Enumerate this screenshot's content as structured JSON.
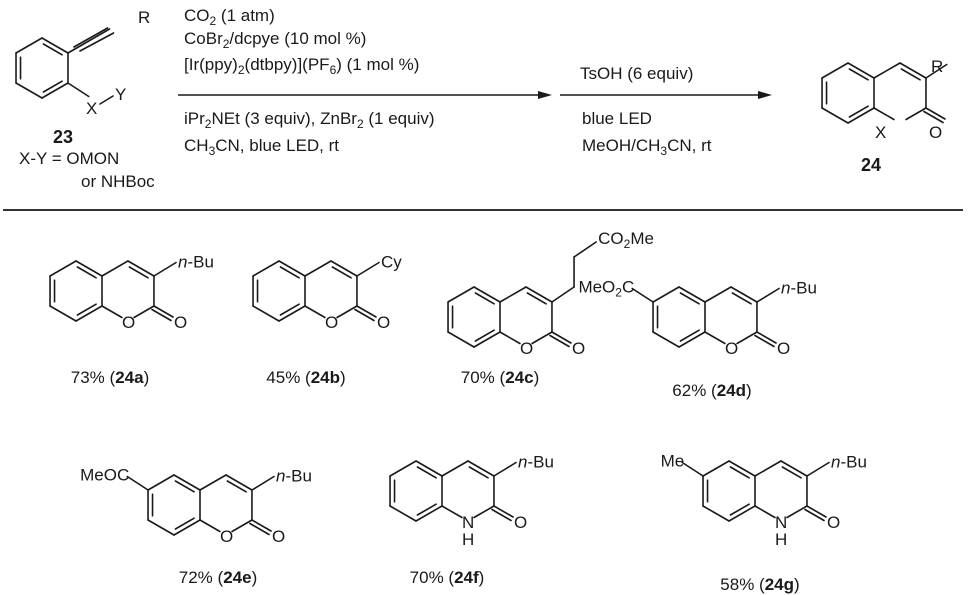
{
  "scheme": {
    "starting_material": {
      "label": "23",
      "substituent_R": "R",
      "substituent_X": "X",
      "substituent_Y": "Y",
      "xy_definition_line1": "X-Y = OMON",
      "xy_definition_line2": "or NHBoc"
    },
    "step1": {
      "above": [
        "CO2 (1 atm)",
        "CoBr2/dcpye (10 mol %)",
        "[Ir(ppy)2(dtbpy)](PF6) (1 mol %)"
      ],
      "below": [
        "iPr2NEt (3 equiv), ZnBr2 (1 equiv)",
        "CH3CN, blue LED, rt"
      ]
    },
    "step2": {
      "above": [
        "TsOH (6 equiv)"
      ],
      "below": [
        "blue LED",
        "MeOH/CH3CN, rt"
      ]
    },
    "product": {
      "label": "24",
      "substituent_R": "R",
      "ring_atom_X": "X",
      "carbonyl_O": "O"
    },
    "examples": [
      {
        "id": "24a",
        "yield": "73%",
        "r3": "n-Bu",
        "r6": "",
        "heteroatom": "O"
      },
      {
        "id": "24b",
        "yield": "45%",
        "r3": "Cy",
        "r6": "",
        "heteroatom": "O"
      },
      {
        "id": "24c",
        "yield": "70%",
        "r3": "CO2Me",
        "r6": "",
        "heteroatom": "O"
      },
      {
        "id": "24d",
        "yield": "62%",
        "r3": "n-Bu",
        "r6": "MeO2C",
        "heteroatom": "O"
      },
      {
        "id": "24e",
        "yield": "72%",
        "r3": "n-Bu",
        "r6": "MeOC",
        "heteroatom": "O"
      },
      {
        "id": "24f",
        "yield": "70%",
        "r3": "n-Bu",
        "r6": "",
        "heteroatom": "N",
        "nh": "H"
      },
      {
        "id": "24g",
        "yield": "58%",
        "r3": "n-Bu",
        "r6": "Me",
        "heteroatom": "N",
        "nh": "H"
      }
    ]
  }
}
